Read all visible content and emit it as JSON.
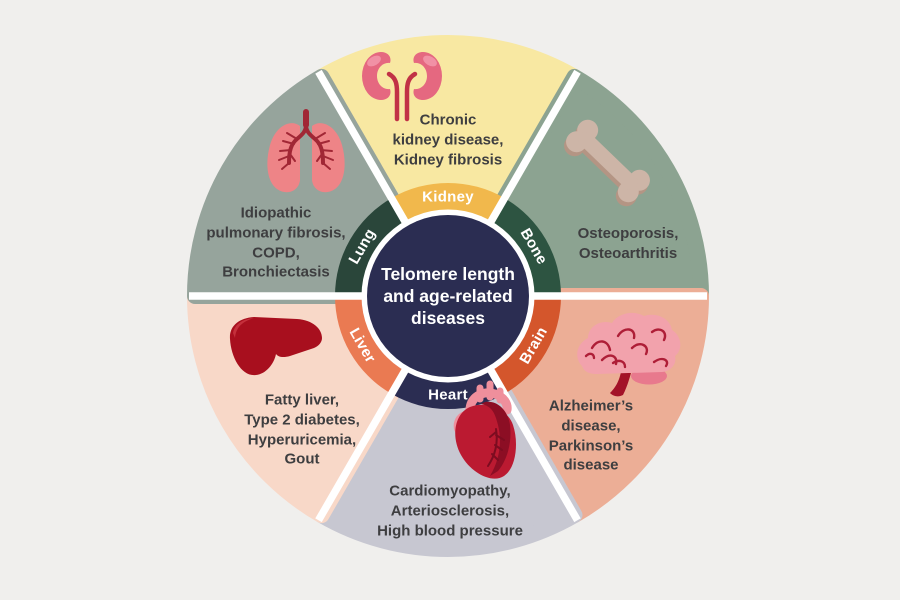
{
  "title": {
    "text": "Telomere length\nand age-related\ndiseases"
  },
  "segments": [
    {
      "organ": "Kidney",
      "diseases": "Chronic\nkidney disease,\nKidney fibrosis"
    },
    {
      "organ": "Bone",
      "diseases": "Osteoporosis,\nOsteoarthritis"
    },
    {
      "organ": "Brain",
      "diseases": "Alzheimer’s\ndisease,\nParkinson’s\ndisease"
    },
    {
      "organ": "Heart",
      "diseases": "Cardiomyopathy,\nArteriosclerosis,\nHigh blood pressure"
    },
    {
      "organ": "Liver",
      "diseases": "Fatty liver,\nType 2 diabetes,\nHyperuricemia,\nGout"
    },
    {
      "organ": "Lung",
      "diseases": "Idiopathic\npulmonary fibrosis,\nCOPD,\nBronchiectasis"
    }
  ],
  "palette": {
    "bg": "#f0efed",
    "white": "#ffffff",
    "center": "#2b2d52",
    "text": "#3e3e40",
    "kidney-wedge": "#f8e8a2",
    "kidney-arc": "#f1b84c",
    "bone-wedge": "#8ca391",
    "bone-arc": "#2d5441",
    "brain-wedge": "#ecae96",
    "brain-arc": "#d4562c",
    "heart-wedge": "#c7c7d1",
    "heart-arc": "#2b2d52",
    "liver-wedge": "#f8d8c8",
    "liver-arc": "#ea7a52",
    "lung-wedge": "#96a49c",
    "lung-arc": "#2a463a",
    "kidney-body": "#e56880",
    "kidney-hi": "#f191a5",
    "kidney-dark": "#c13246",
    "lung-lobe": "#ee8487",
    "lung-bronchi": "#a12735",
    "bone-fill": "#cdb5a7",
    "bone-shadow": "#b49584",
    "brain-main": "#f2a2ac",
    "brain-lobe": "#e8798d",
    "brain-stem": "#a31228",
    "brain-lines": "#ae1e37",
    "heart-body": "#bb1a31",
    "heart-dark": "#8c0e24",
    "heart-pink": "#ef8f9c",
    "heart-vein": "#7c0c20",
    "liver-main": "#a80f1e",
    "liver-light": "#c5303c"
  }
}
